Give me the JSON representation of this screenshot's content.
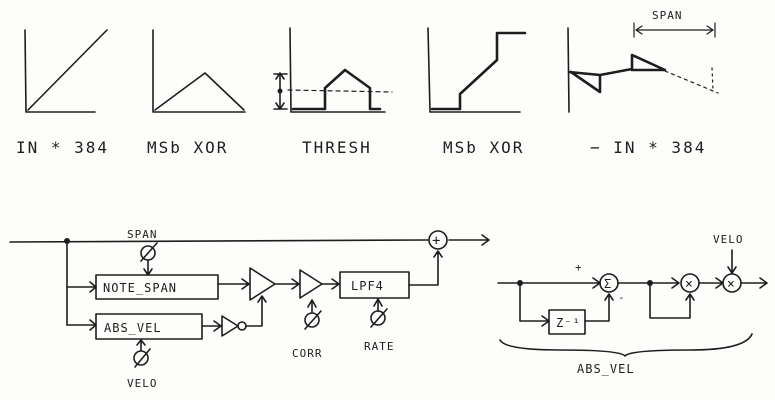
{
  "graphs": [
    {
      "label": "IN * 384"
    },
    {
      "label": "MSb XOR"
    },
    {
      "label": "THRESH"
    },
    {
      "label": "MSb XOR"
    },
    {
      "label": "− IN * 384"
    }
  ],
  "span_marker_label": "SPAN",
  "left_diagram": {
    "span_knob_label": "SPAN",
    "blocks": {
      "note_span": "NOTE_SPAN",
      "abs_vel": "ABS_VEL",
      "lpf4": "LPF4"
    },
    "knobs": {
      "corr": "CORR",
      "rate": "RATE",
      "velo": "VELO"
    },
    "summer_symbol": "+"
  },
  "right_diagram": {
    "velo_label": "VELO",
    "delay_label": "Z⁻¹",
    "sum_symbol": "Σ",
    "mult_symbol": "×",
    "plus_mark": "+",
    "minus_mark": "-",
    "group_label": "ABS_VEL"
  }
}
